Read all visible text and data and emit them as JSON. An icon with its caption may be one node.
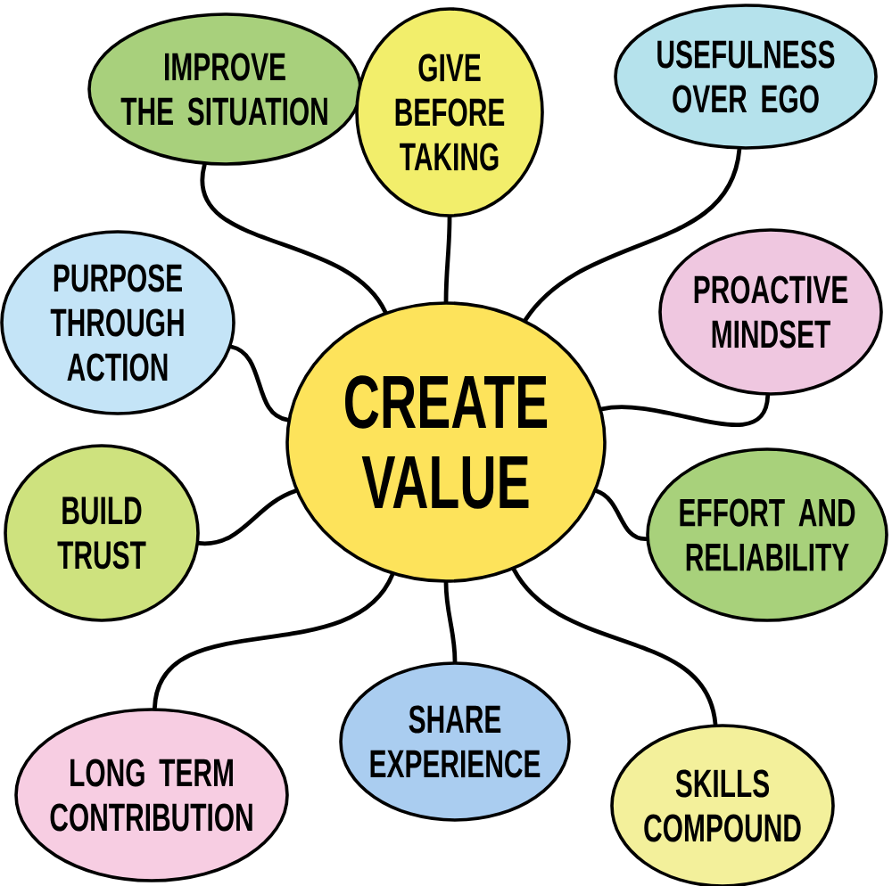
{
  "diagram": {
    "nodes": [
      {
        "text": [
          "IMPROVE THE SITUATION"
        ]
      },
      {
        "text": [
          "GIVE BEFORE TAKING"
        ]
      },
      {
        "text": [
          "USEFULNESS OVER EGO"
        ]
      },
      {
        "text": [
          "PROACTIVE MINDSET"
        ]
      },
      {
        "text": [
          "PURPOSE THROUGH ACTION"
        ]
      },
      {
        "text": [
          "CREATE VALUE"
        ]
      },
      {
        "text": [
          "BUILD TRUST"
        ]
      },
      {
        "text": [
          "EFFORT AND RELIABILITY"
        ]
      },
      {
        "text": [
          "LONG TERM CONTRIBUTION"
        ]
      },
      {
        "text": [
          "SHARE EXPERIENCE"
        ]
      },
      {
        "text": [
          "SKILLS COMPOUND"
        ]
      }
    ],
    "edges": [
      {
        "from": 5,
        "to": 0,
        "arrow": "none"
      },
      {
        "from": 5,
        "to": 1,
        "arrow": "none"
      },
      {
        "from": 5,
        "to": 2,
        "arrow": "none"
      },
      {
        "from": 5,
        "to": 3,
        "arrow": "none"
      },
      {
        "from": 5,
        "to": 4,
        "arrow": "none"
      },
      {
        "from": 5,
        "to": 6,
        "arrow": "none"
      },
      {
        "from": 5,
        "to": 7,
        "arrow": "none"
      },
      {
        "from": 5,
        "to": 8,
        "arrow": "none"
      },
      {
        "from": 5,
        "to": 9,
        "arrow": "none"
      },
      {
        "from": 5,
        "to": 10,
        "arrow": "none"
      }
    ]
  }
}
